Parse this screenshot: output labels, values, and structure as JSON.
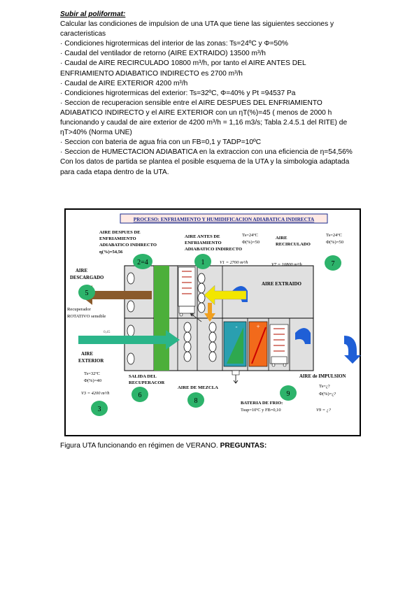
{
  "doc": {
    "title": "Subir al poliformat:",
    "lines": [
      "Calcular las condiciones de impulsion de una UTA que tiene las siguientes secciones y caracteristicas",
      "· Condiciones higrotermicas del interior de las zonas: Ts=24ºC y Φ=50%",
      "· Caudal del ventilador de retorno (AIRE EXTRAIDO) 13500 m³/h",
      "· Caudal de AIRE RECIRCULADO 10800 m³/h, por tanto el AIRE ANTES DEL ENFRIAMIENTO ADIABATICO INDIRECTO es 2700 m³/h",
      "· Caudal de AIRE EXTERIOR 4200 m³/h",
      "· Condiciones higrotermicas del exterior: Ts=32ºC, Φ=40% y Pt =94537 Pa",
      "· Seccion de recuperacion sensible entre el AIRE DESPUES DEL ENFRIAMIENTO ADIABATICO INDIRECTO y el AIRE EXTERIOR con un ηT(%)=45 ( menos de 2000 h funcionando y caudal de aire exterior de 4200 m³/h = 1,16 m3/s; Tabla 2.4.5.1 del RITE) de ηT>40% (Norma UNE)",
      "· Seccion con bateria de agua fria con un FB=0,1 y TADP=10ºC",
      "· Seccion de HUMECTACION ADIABATICA en la extraccion con una eficiencia de η=54,56%",
      "Con los datos de partida se plantea el posible esquema de la UTA y la simbologia adaptada para cada etapa dentro de la UTA."
    ],
    "caption_figure": "Figura",
    "caption_text": " UTA funcionando en régimen de VERANO. ",
    "caption_bold": "PREGUNTAS:"
  },
  "diagram": {
    "header": "PROCESO: ENFRIAMIENTO Y HUMIDIFICACION ADIABATICA INDIRECTA",
    "labels": {
      "despues_1": "AIRE DESPUES DE",
      "despues_2": "ENFRIAMIENTO",
      "despues_3": "ADIABATICO INDIRECTO",
      "despues_eta": "η(%)=54,56",
      "antes_1": "AIRE ANTES DE",
      "antes_2": "ENFRIAMIENTO",
      "antes_3": "ADIABATICO INDIRECTO",
      "antes_ts": "Ts=24ºC",
      "antes_phi": "Φ(%)=50",
      "antes_v": "V1 = 2700 m³/h",
      "recirc_1": "AIRE",
      "recirc_2": "RECIRCULADO",
      "recirc_ts": "Ts=24ºC",
      "recirc_phi": "Φ(%)=50",
      "recirc_v": "V7 = 10800 m³/h",
      "descargado_1": "AIRE",
      "descargado_2": "DESCARGADO",
      "extraido": "AIRE EXTRAIDO",
      "recuperador_1": "Recuperador",
      "recuperador_2": "ROTATIVO sensible",
      "eff": "0,45",
      "exterior_1": "AIRE",
      "exterior_2": "EXTERIOR",
      "ext_ts": "Ts=32ºC",
      "ext_phi": "Φ(%)=40",
      "ext_v": "V3 = 4200 m³/h",
      "salida_1": "SALIDA DEL",
      "salida_2": "RECUPERACOR",
      "mezcla": "AIRE DE MEZCLA",
      "frio_1": "BATERIA DE FRIO:",
      "frio_2": "Tsup=10ºC y FB=0,10",
      "impulsion": "AIRE de IMPULSION",
      "imp_ts": "Ts=¿?",
      "imp_phi": "Φ(%)=¿?",
      "imp_v": "V9 = ¿?"
    },
    "nodes": {
      "n24": "2=4",
      "n1": "1",
      "n7": "7",
      "n5": "5",
      "n3": "3",
      "n6": "6",
      "n8": "8",
      "n9": "9"
    },
    "colors": {
      "node_green": "#2db36b",
      "title_blue": "#1a2a8c",
      "duct_gray": "#d9d9d9",
      "recuperator_green": "#4caf3a",
      "arrow_brown": "#8a5a2b",
      "arrow_yellow": "#f2e600",
      "arrow_orange": "#f0a020",
      "arrow_teal": "#2bb58a",
      "fan_blue": "#1f5fd6",
      "coil_orange": "#f26a1b",
      "coil_teal": "#2a9fb0"
    }
  }
}
